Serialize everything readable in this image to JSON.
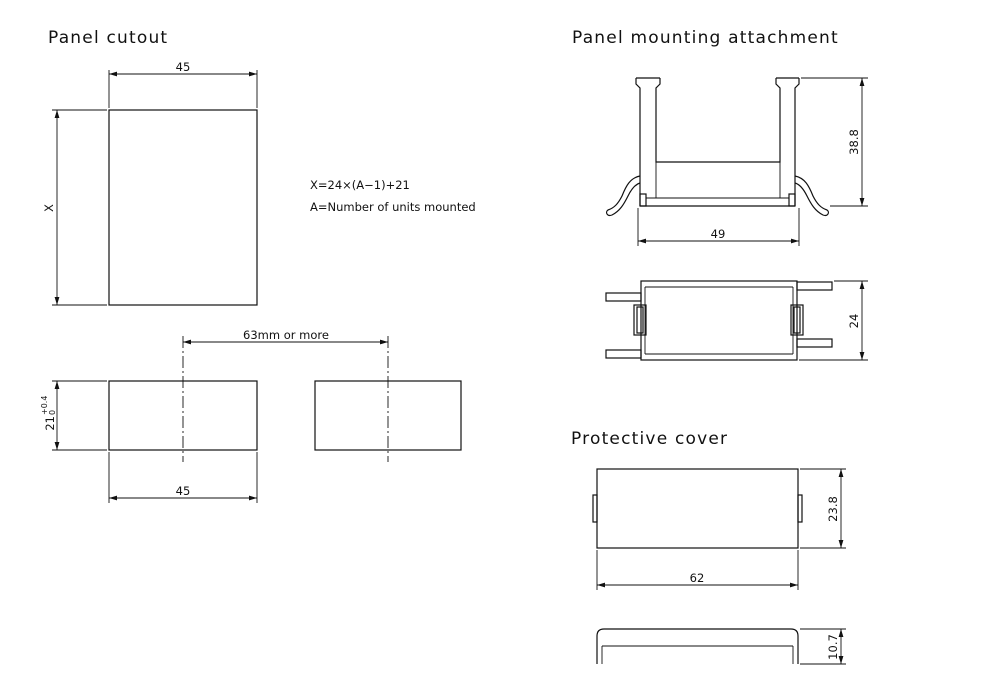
{
  "titles": {
    "panel_cutout": "Panel cutout",
    "mounting": "Panel mounting attachment",
    "cover": "Protective cover"
  },
  "cutout": {
    "width_dim": "45",
    "height_dim": "X",
    "formula": "X=24×(A−1)+21",
    "formula_note": "A=Number of units mounted",
    "spacing_dim": "63mm or more",
    "bottom_width_dim": "45",
    "height_tol": "21",
    "tol_upper": "+0.4",
    "tol_lower": "0"
  },
  "mounting": {
    "height_dim": "38.8",
    "width_dim": "49",
    "depth_dim": "24"
  },
  "cover": {
    "height_dim": "23.8",
    "width_dim": "62",
    "thickness_dim": "10.7"
  }
}
